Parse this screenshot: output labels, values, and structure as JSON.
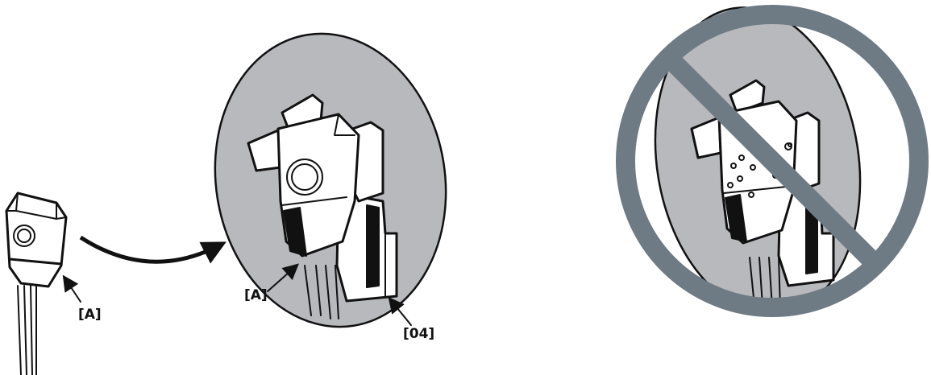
{
  "labels": {
    "sensor_callout": "[A]",
    "mounted_sensor_callout": "[A]",
    "bracket_callout": "[04]"
  },
  "icons": {
    "insert_arrow": "curved-arrow-icon",
    "prohibited": "no-symbol-icon"
  },
  "colors": {
    "surface": "#b8b9bd",
    "prohibition": "#6e7a84",
    "ink": "#111111"
  }
}
